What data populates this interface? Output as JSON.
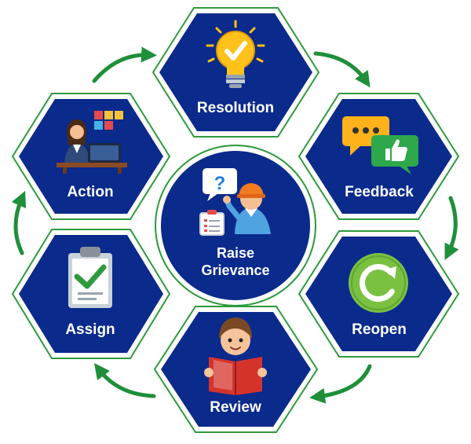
{
  "center": {
    "line1": "Raise",
    "line2": "Grievance",
    "icon": "person-question-icon"
  },
  "steps": [
    {
      "label": "Resolution",
      "icon": "lightbulb-check-icon"
    },
    {
      "label": "Feedback",
      "icon": "chat-thumbs-up-icon"
    },
    {
      "label": "Reopen",
      "icon": "refresh-icon"
    },
    {
      "label": "Review",
      "icon": "reading-book-icon"
    },
    {
      "label": "Assign",
      "icon": "clipboard-check-icon"
    },
    {
      "label": "Action",
      "icon": "office-worker-icon"
    }
  ],
  "colors": {
    "hex_fill": "#0a2a8c",
    "hex_border": "#2e9a3e",
    "arrow": "#1f8f3a",
    "label_text": "#ffffff",
    "bulb": "#ffc21a",
    "refresh": "#7ac142",
    "book": "#d4332c"
  }
}
